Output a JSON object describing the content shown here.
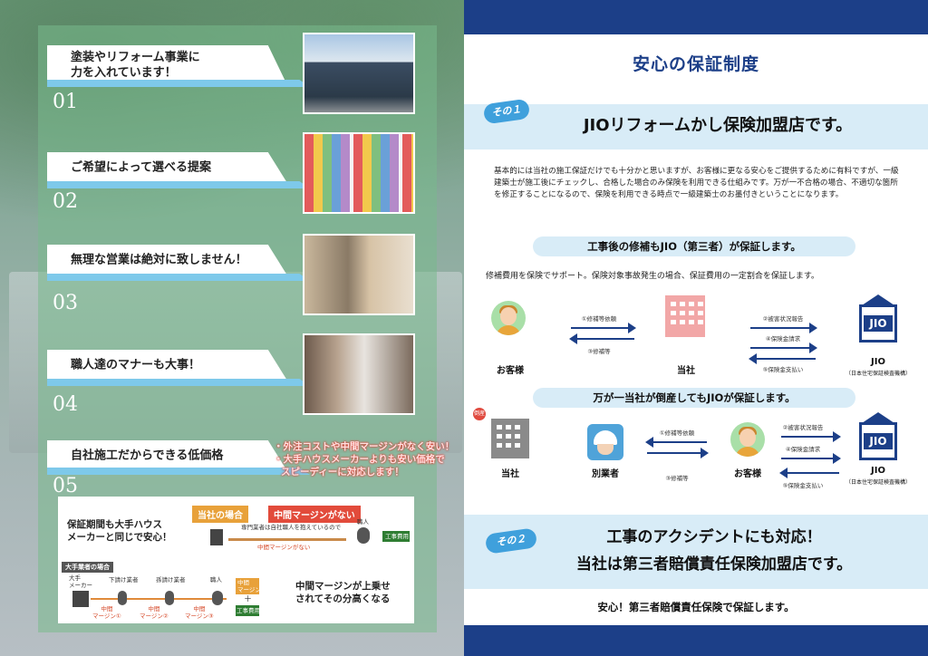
{
  "left": {
    "items": [
      {
        "num": "01",
        "title": "塗装やリフォーム事業に\n力を入れています！"
      },
      {
        "num": "02",
        "title": "ご希望によって選べる提案"
      },
      {
        "num": "03",
        "title": "無理な営業は絶対に致しません！"
      },
      {
        "num": "04",
        "title": "職人達のマナーも大事！"
      },
      {
        "num": "05",
        "title": "自社施工だからできる低価格"
      }
    ],
    "note_lines": [
      "・外注コストや中間マージンがなく安い！",
      "・大手ハウスメーカーよりも安い価格で",
      "スピーディーに対応します！"
    ],
    "chart": {
      "left_title": "保証期間も大手ハウス\nメーカーと同じで安心！",
      "tag_ours": "当社の場合",
      "tag_nomargin": "中間マージンがない",
      "ours_desc": "専門業者は自社職人を抱えているので",
      "ours_arrow_label": "中間マージンがない",
      "craftsman": "職人",
      "work_cost": "工事費用",
      "big_case": "大手業者の場合",
      "big_maker": "大手\nメーカー",
      "sub": "下請け業者",
      "subsub": "孫請け業者",
      "margin1": "中間\nマージン①",
      "margin2": "中間\nマージン②",
      "margin3": "中間\nマージン③",
      "box_margin": "中間\nマージン",
      "plus": "＋",
      "box_cost": "工事費用",
      "right_text": "中間マージンが上乗せ\nされてその分高くなる"
    }
  },
  "right": {
    "title": "安心の保証制度",
    "sono1": "その１",
    "heading1": "JIOリフォームかし保険加盟店です。",
    "paragraph": "基本的には当社の施工保証だけでも十分かと思いますが、お客様に更なる安心をご提供するために有料ですが、一級建築士が施工後にチェックし、合格した場合のみ保険を利用できる仕組みです。万が一不合格の場合、不適切な箇所を修正することになるので、保険を利用できる時点で一級建築士のお墨付きということになります。",
    "section1": "工事後の修補もJIO（第三者）が保証します。",
    "line1": "修補費用を保険でサポート。保険対象事故発生の場合、保証費用の一定割合を保証します。",
    "d1": {
      "customer": "お客様",
      "company": "当社",
      "jio": "JIO",
      "jio_sub": "（日本住宅保証検査機構）",
      "jio_logo": "JIO",
      "a1": "①修補等依頼",
      "a2": "③修補等",
      "b1": "②被害状況報告",
      "b2": "④保険金請求",
      "b3": "⑤保険金支払い"
    },
    "section2": "万が一当社が倒産してもJIOが保証します。",
    "badge": "倒産",
    "d2": {
      "company": "当社",
      "other": "別業者",
      "customer": "お客様",
      "jio": "JIO",
      "jio_sub": "（日本住宅保証検査機構）",
      "jio_logo": "JIO",
      "a1": "①修補等依頼",
      "a2": "③修補等",
      "b1": "②被害状況報告",
      "b2": "④保険金請求",
      "b3": "⑤保険金支払い"
    },
    "sono2": "その２",
    "heading2a": "工事のアクシデントにも対応！",
    "heading2b": "当社は第三者賠償責任保険加盟店です。",
    "footer": "安心！第三者賠償責任保険で保証します。"
  }
}
